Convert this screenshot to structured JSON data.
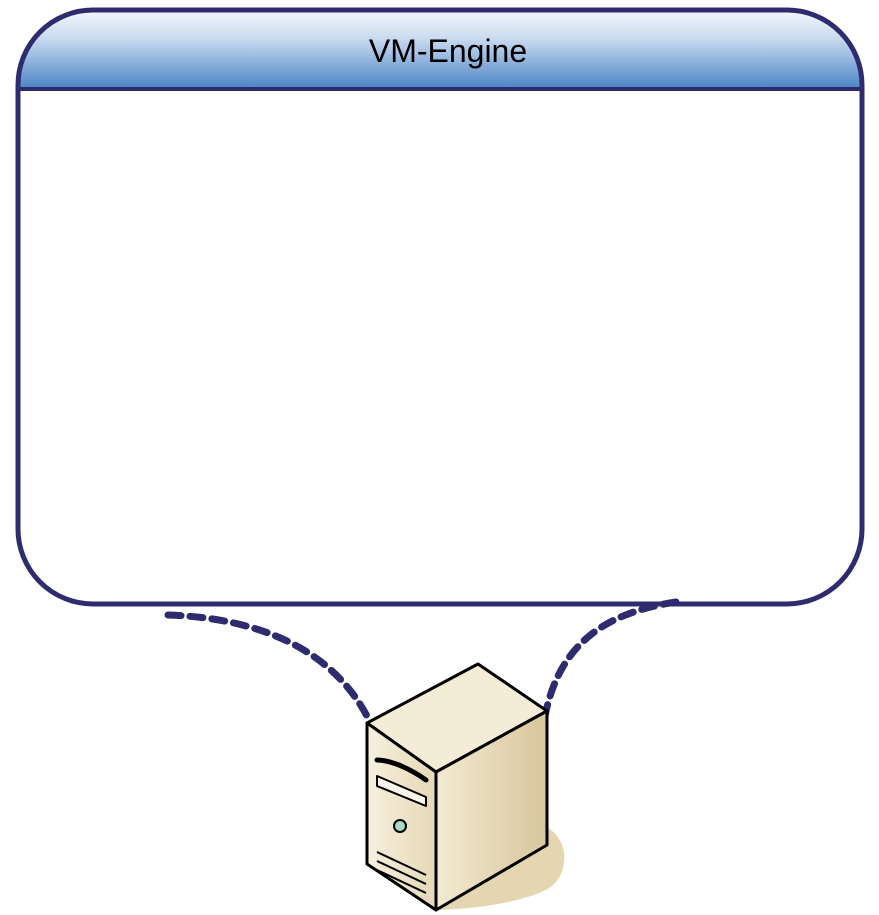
{
  "container": {
    "title": "VM-Engine",
    "border_color": "#2e2c6e",
    "header_gradient_top": "#f2f6fb",
    "header_gradient_bottom": "#4d86c6",
    "body_fill": "#ffffff"
  },
  "connectors": {
    "style": "dashed",
    "color": "#2e2c6e",
    "count": 2
  },
  "server": {
    "icon": "server-tower-icon",
    "body_color": "#efe3c6",
    "shadow_color": "#e3d6b1"
  }
}
